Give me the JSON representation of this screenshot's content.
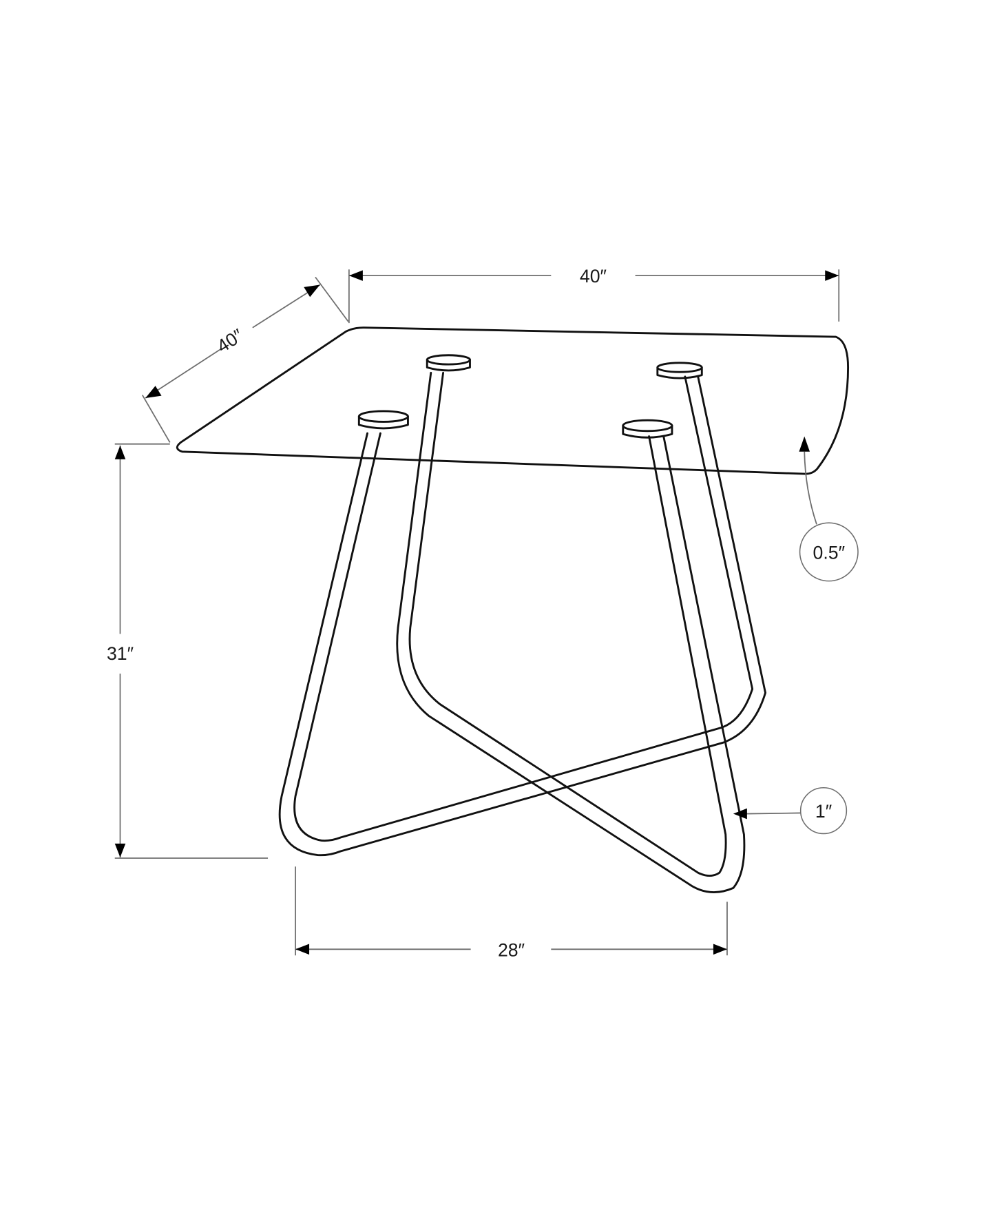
{
  "diagram": {
    "subject": "Glass-top dining table with hairpin metal legs",
    "colors": {
      "line": "#111111",
      "dimension_line": "#6e6e6e",
      "background": "#ffffff"
    },
    "dimensions": {
      "width": {
        "label": "40″",
        "value": 40,
        "unit": "in"
      },
      "depth": {
        "label": "40″",
        "value": 40,
        "unit": "in"
      },
      "height": {
        "label": "31″",
        "value": 31,
        "unit": "in"
      },
      "base_width": {
        "label": "28″",
        "value": 28,
        "unit": "in"
      }
    },
    "callouts": {
      "top_thickness": {
        "label": "0.5″",
        "value": 0.5,
        "unit": "in"
      },
      "leg_diameter": {
        "label": "1″",
        "value": 1,
        "unit": "in"
      }
    }
  }
}
